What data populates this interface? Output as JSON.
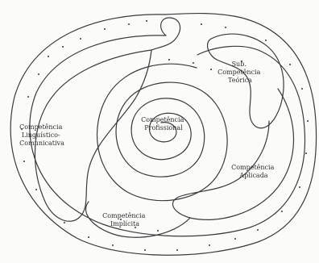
{
  "labels": {
    "sub_teorica": [
      "Sub.",
      "Competência",
      "Teórica"
    ],
    "profissional": [
      "Competência",
      "Profissional"
    ],
    "linguistico": [
      "Competência",
      "Linguístico-",
      "Comunicativa"
    ],
    "aplicada": [
      "Competência",
      "Aplicada"
    ],
    "implicita": [
      "Competência",
      "Implícita"
    ]
  },
  "colors": {
    "ink": "#3a3a3a",
    "paper": "#fbfbfa"
  }
}
